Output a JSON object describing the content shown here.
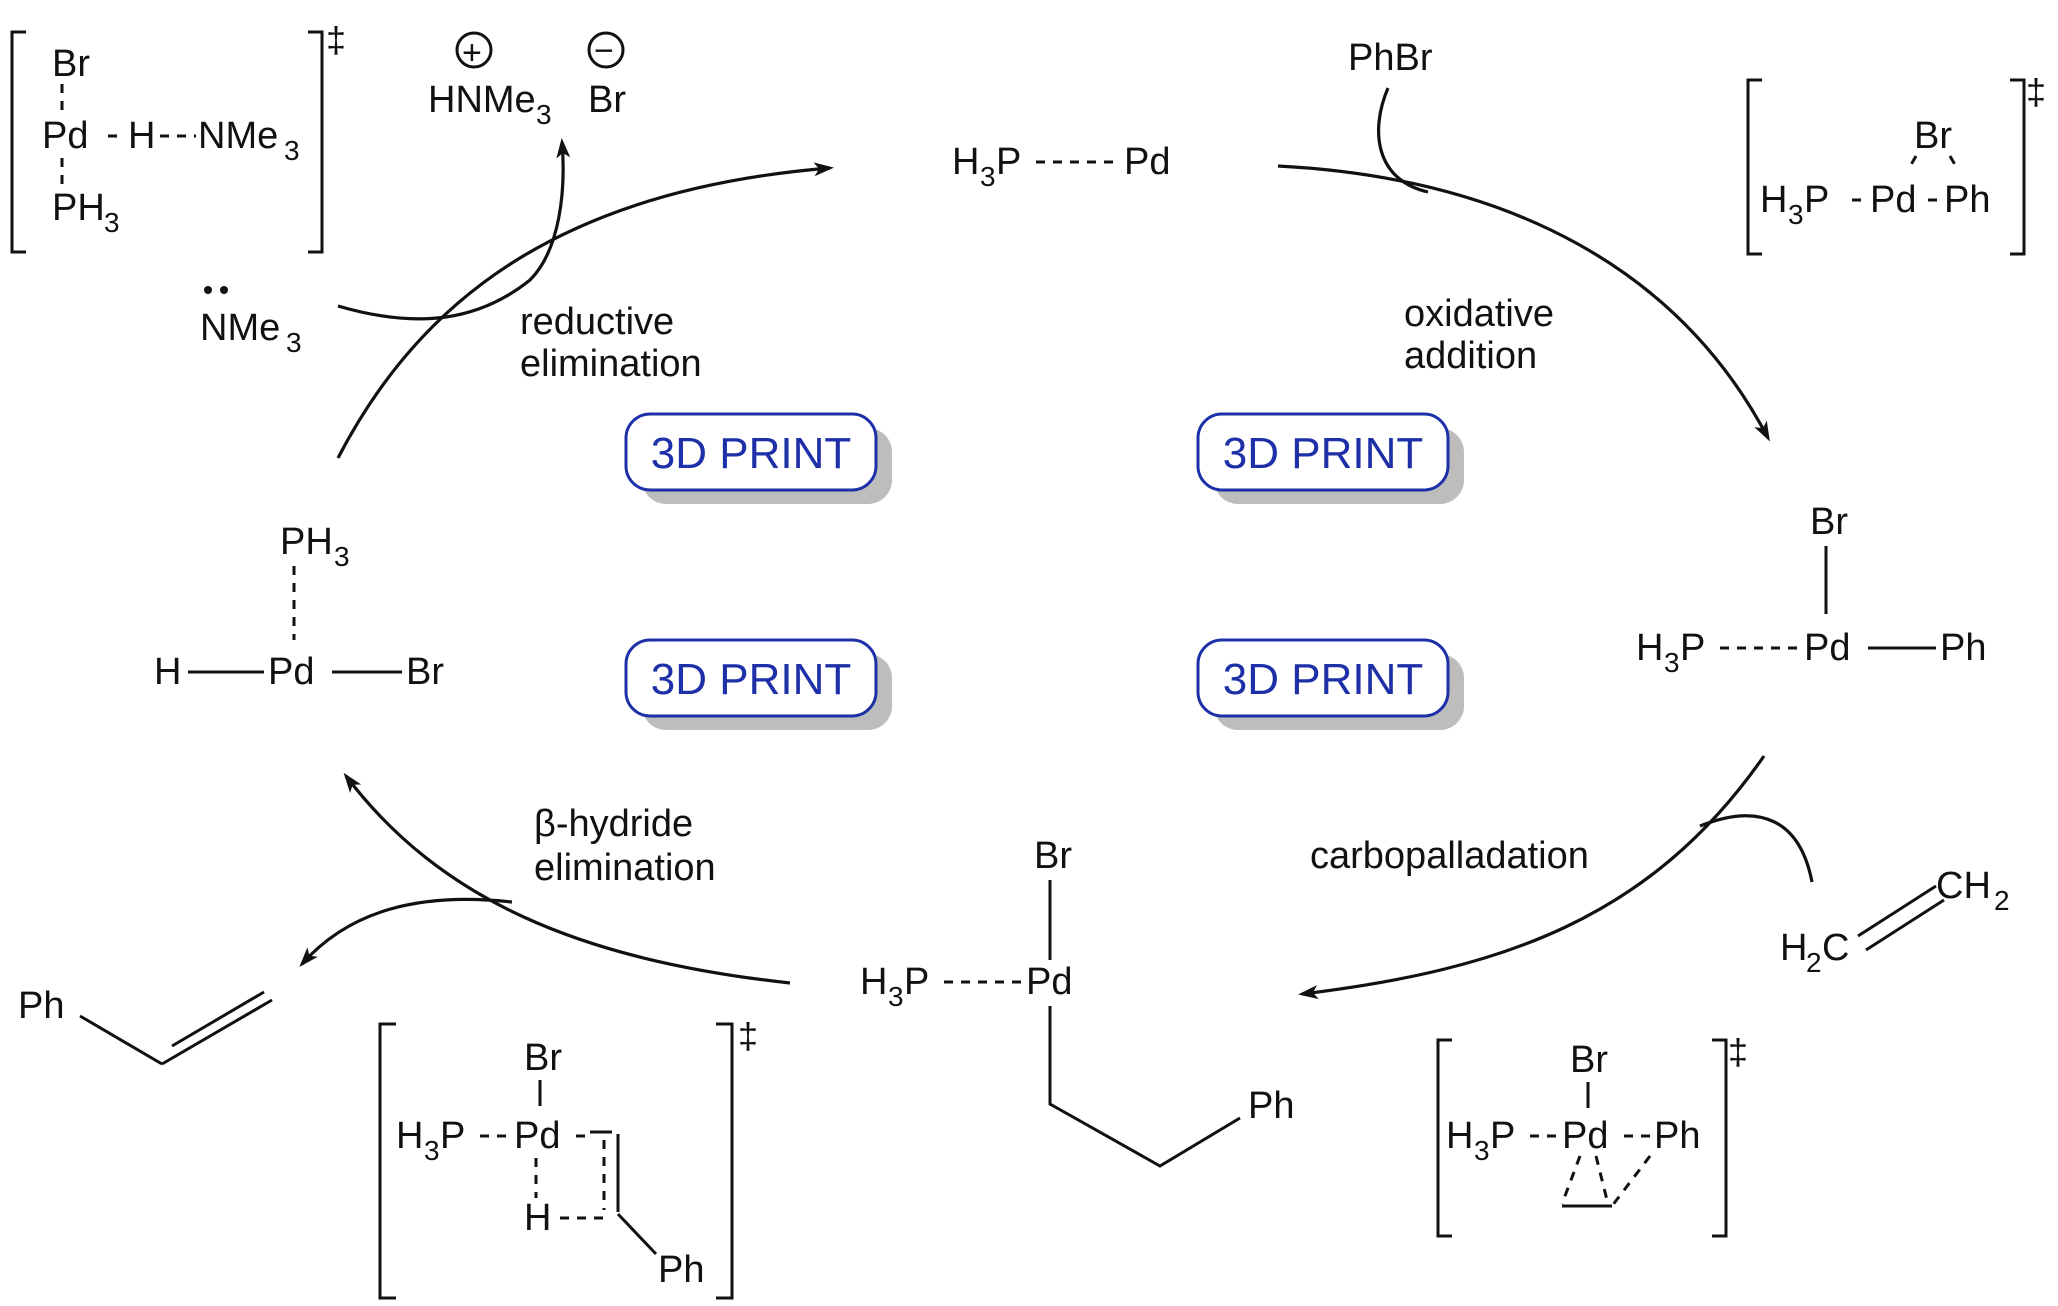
{
  "reactions": {
    "reductive_elimination": [
      "reductive",
      "elimination"
    ],
    "oxidative_addition": [
      "oxidative",
      "addition"
    ],
    "carbopalladation": "carbopalladation",
    "beta_hydride_elimination": [
      "β-hydride",
      "elimination"
    ]
  },
  "reagents": {
    "phbr": "PhBr",
    "amine": "NMe",
    "amine_sub": "3",
    "ammonium": "HNMe",
    "ammonium_sub": "3",
    "bromide": "Br",
    "plus_sign": "+",
    "minus_sign": "−"
  },
  "atoms": {
    "Pd": "Pd",
    "Br": "Br",
    "H": "H",
    "Ph": "Ph",
    "P": "P",
    "H3P_H": "H",
    "sub3": "3",
    "PH": "PH",
    "NMe": "NMe",
    "CH": "CH",
    "HC_H": "H",
    "HC_C": "C",
    "sub2": "2"
  },
  "transition_state_mark": "‡",
  "print_buttons": [
    "3D PRINT",
    "3D PRINT",
    "3D PRINT",
    "3D PRINT"
  ],
  "colors": {
    "button_text": "#1e30a8",
    "button_border": "#1e30a8",
    "button_shadow": "#bdbdbd"
  }
}
